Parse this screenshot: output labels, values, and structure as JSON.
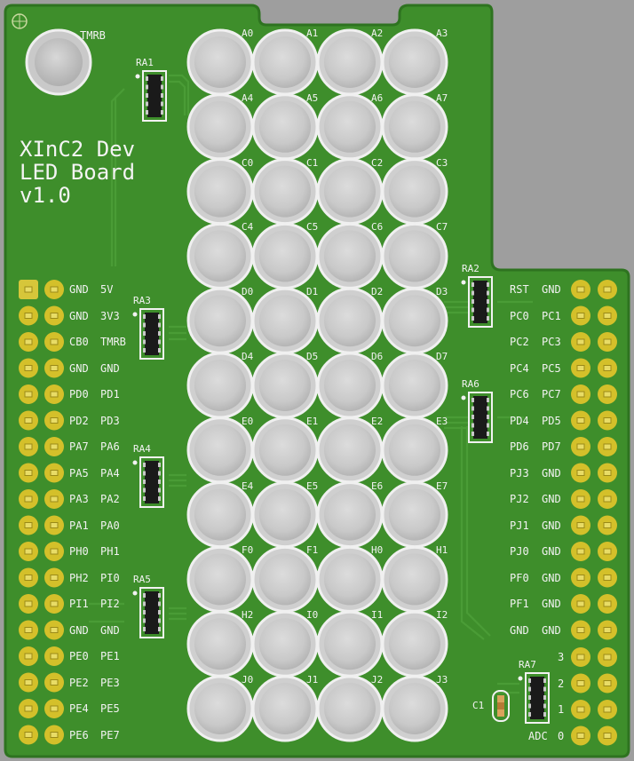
{
  "board": {
    "title_lines": [
      "XInC2 Dev",
      "LED Board",
      "v1.0"
    ],
    "button_label": "TMRB",
    "colors": {
      "pcb": "#3f8f2c",
      "pcb_edge": "#2f7a20",
      "pad_gold": "#d4c02a",
      "pad_square": "#d6c63a",
      "led": "#d5d5d5",
      "silk": "#f2f2f2",
      "background": "#9e9e9e"
    }
  },
  "leds": {
    "labels": [
      [
        "A0",
        "A1",
        "A2",
        "A3"
      ],
      [
        "A4",
        "A5",
        "A6",
        "A7"
      ],
      [
        "C0",
        "C1",
        "C2",
        "C3"
      ],
      [
        "C4",
        "C5",
        "C6",
        "C7"
      ],
      [
        "D0",
        "D1",
        "D2",
        "D3"
      ],
      [
        "D4",
        "D5",
        "D6",
        "D7"
      ],
      [
        "E0",
        "E1",
        "E2",
        "E3"
      ],
      [
        "E4",
        "E5",
        "E6",
        "E7"
      ],
      [
        "F0",
        "F1",
        "H0",
        "H1"
      ],
      [
        "H2",
        "I0",
        "I1",
        "I2"
      ],
      [
        "J0",
        "J1",
        "J2",
        "J3"
      ]
    ]
  },
  "resistor_arrays": [
    "RA1",
    "RA3",
    "RA4",
    "RA5",
    "RA2",
    "RA6",
    "RA7"
  ],
  "capacitor": "C1",
  "left_header": [
    [
      "GND",
      "5V"
    ],
    [
      "GND",
      "3V3"
    ],
    [
      "CB0",
      "TMRB"
    ],
    [
      "GND",
      "GND"
    ],
    [
      "PD0",
      "PD1"
    ],
    [
      "PD2",
      "PD3"
    ],
    [
      "PA7",
      "PA6"
    ],
    [
      "PA5",
      "PA4"
    ],
    [
      "PA3",
      "PA2"
    ],
    [
      "PA1",
      "PA0"
    ],
    [
      "PH0",
      "PH1"
    ],
    [
      "PH2",
      "PI0"
    ],
    [
      "PI1",
      "PI2"
    ],
    [
      "GND",
      "GND"
    ],
    [
      "PE0",
      "PE1"
    ],
    [
      "PE2",
      "PE3"
    ],
    [
      "PE4",
      "PE5"
    ],
    [
      "PE6",
      "PE7"
    ]
  ],
  "right_header": [
    [
      "RST",
      "GND"
    ],
    [
      "PC0",
      "PC1"
    ],
    [
      "PC2",
      "PC3"
    ],
    [
      "PC4",
      "PC5"
    ],
    [
      "PC6",
      "PC7"
    ],
    [
      "PD4",
      "PD5"
    ],
    [
      "PD6",
      "PD7"
    ],
    [
      "PJ3",
      "GND"
    ],
    [
      "PJ2",
      "GND"
    ],
    [
      "PJ1",
      "GND"
    ],
    [
      "PJ0",
      "GND"
    ],
    [
      "PF0",
      "GND"
    ],
    [
      "PF1",
      "GND"
    ],
    [
      "GND",
      "GND"
    ]
  ],
  "adc_header": [
    [
      "",
      "3"
    ],
    [
      "",
      "2"
    ],
    [
      "",
      "1"
    ],
    [
      "ADC",
      "0"
    ]
  ]
}
